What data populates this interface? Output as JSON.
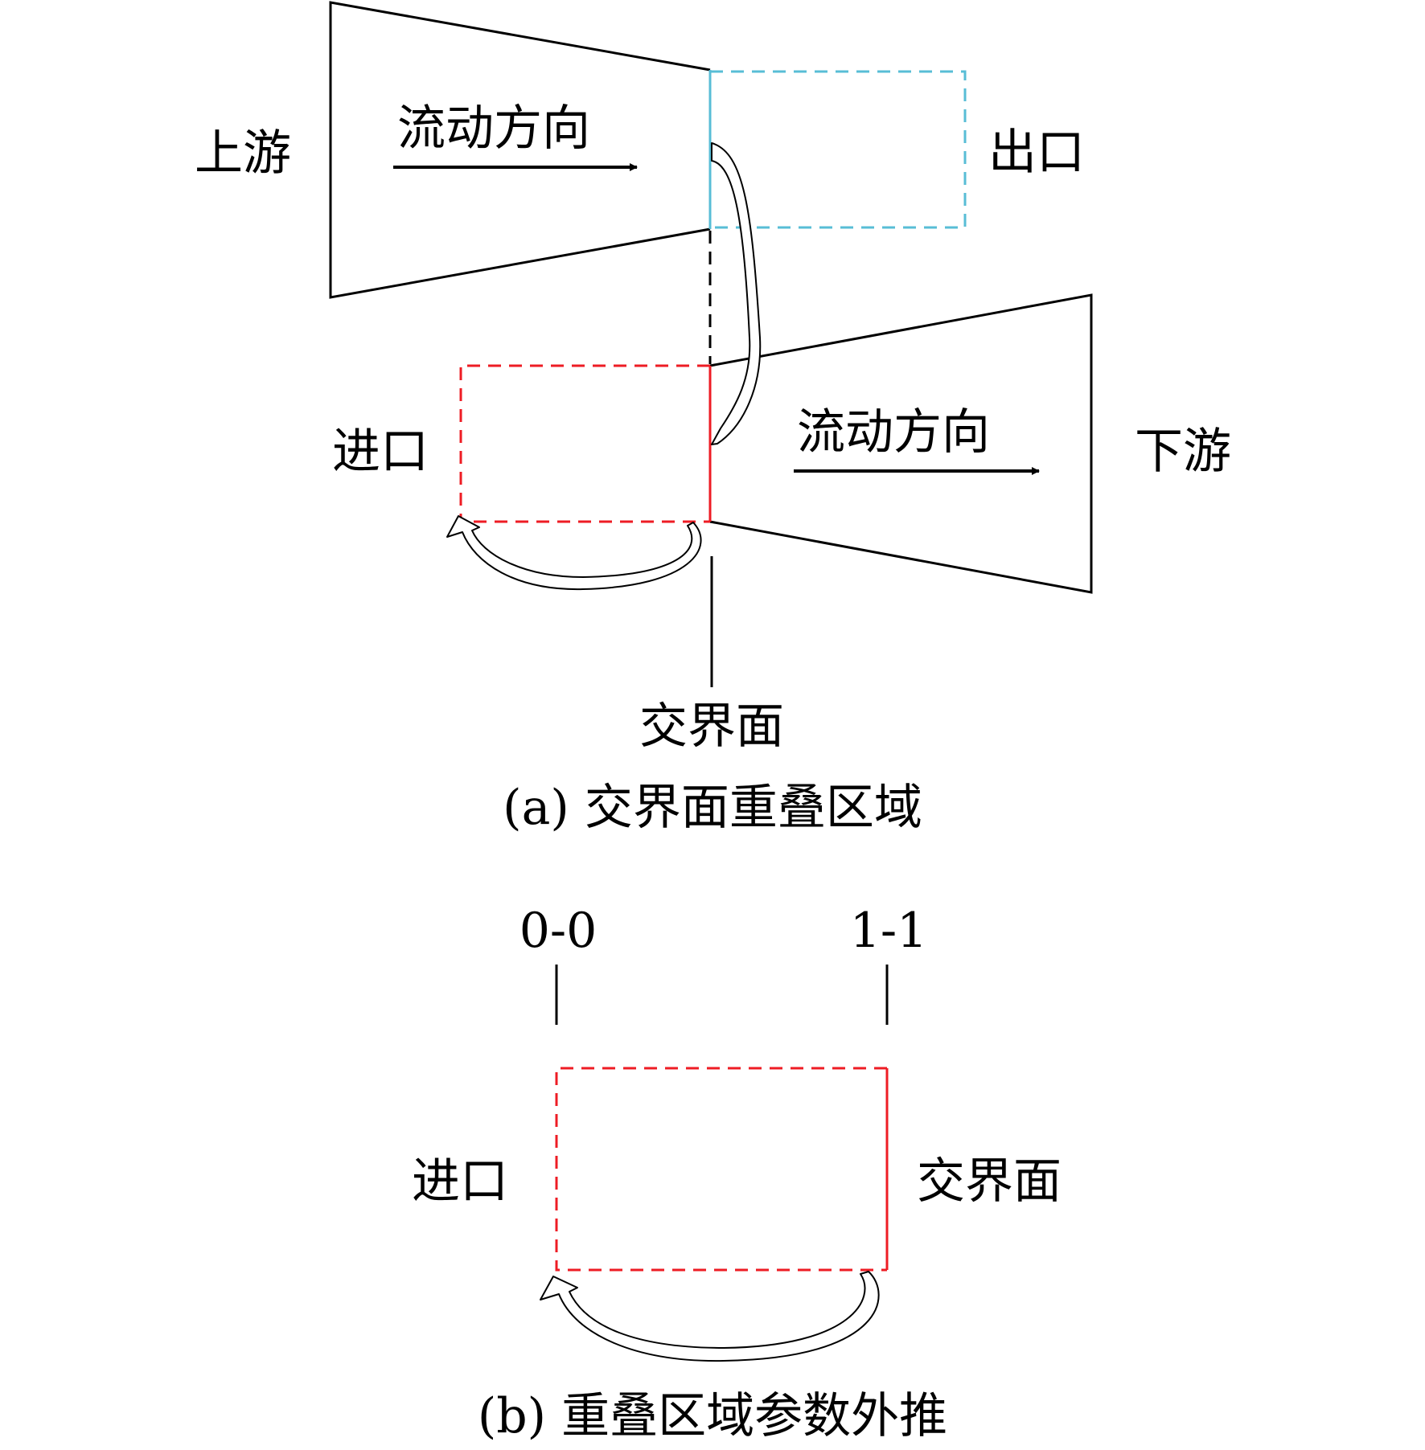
{
  "colors": {
    "line": "#000000",
    "outlet": "#58bdd6",
    "inlet": "#ee1c24"
  },
  "part_a": {
    "upstream_label": "上游",
    "upstream_flow": "流动方向",
    "outlet_label": "出口",
    "inlet_label": "进口",
    "downstream_flow": "流动方向",
    "downstream_label": "下游",
    "interface_label": "交界面",
    "caption": "(a) 交界面重叠区域"
  },
  "part_b": {
    "section_left": "0-0",
    "section_right": "1-1",
    "inlet_label": "进口",
    "interface_label": "交界面",
    "caption": "(b) 重叠区域参数外推"
  }
}
